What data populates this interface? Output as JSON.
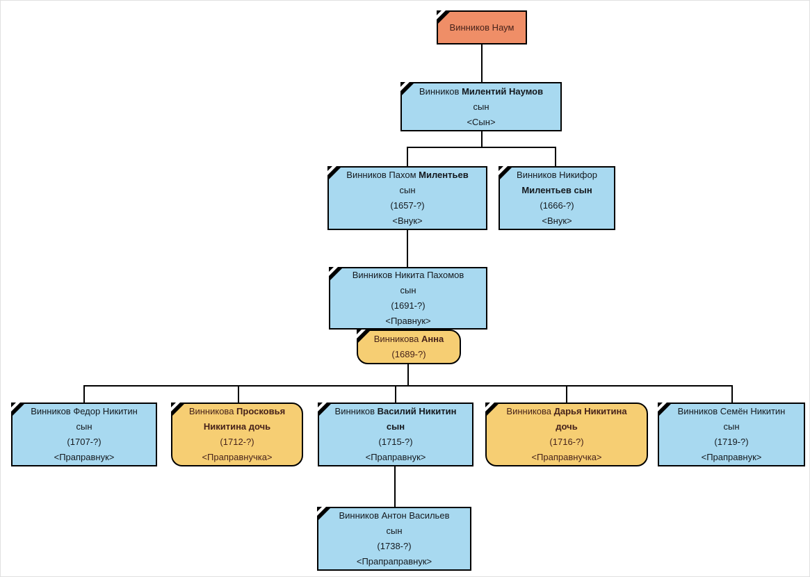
{
  "diagram": {
    "type": "family-tree",
    "family_surname": "Винниковы",
    "colors": {
      "male_box": "#a8d9f0",
      "female_box": "#f6ce73",
      "root_box": "#ef8e67",
      "border_and_lines": "#000000",
      "background": "#ffffff"
    }
  },
  "nodes": [
    {
      "id": "naum",
      "line1_pre": "Винников Наум",
      "line1_bold": "",
      "line1_post": "",
      "line2_pre": "",
      "line2_bold": "",
      "years": "",
      "role": ""
    },
    {
      "id": "milentiy",
      "line1_pre": "Винников ",
      "line1_bold": "Милентий Наумов",
      "line1_post": "",
      "line2_pre": "сын",
      "line2_bold": "",
      "years": "",
      "role": "<Сын>"
    },
    {
      "id": "pakhom",
      "line1_pre": "Винников Пахом ",
      "line1_bold": "Милентьев",
      "line1_post": "",
      "line2_pre": "сын",
      "line2_bold": "",
      "years": "(1657-?)",
      "role": "<Внук>"
    },
    {
      "id": "nikifor",
      "line1_pre": "Винников Никифор",
      "line1_bold": "",
      "line1_post": "",
      "line2_pre": "",
      "line2_bold": "Милентьев сын",
      "years": "(1666-?)",
      "role": "<Внук>"
    },
    {
      "id": "nikita",
      "line1_pre": "Винников Никита Пахомов",
      "line1_bold": "",
      "line1_post": "",
      "line2_pre": "сын",
      "line2_bold": "",
      "years": "(1691-?)",
      "role": "<Правнук>"
    },
    {
      "id": "anna",
      "line1_pre": "Винникова ",
      "line1_bold": "Анна",
      "line1_post": "",
      "line2_pre": "",
      "line2_bold": "",
      "years": "(1689-?)",
      "role": ""
    },
    {
      "id": "fedor",
      "line1_pre": "Винников Федор Никитин",
      "line1_bold": "",
      "line1_post": "",
      "line2_pre": "сын",
      "line2_bold": "",
      "years": "(1707-?)",
      "role": "<Праправнук>"
    },
    {
      "id": "proskovya",
      "line1_pre": "Винникова ",
      "line1_bold": "Просковья",
      "line1_post": "",
      "line2_pre": "",
      "line2_bold": "Никитина дочь",
      "years": "(1712-?)",
      "role": "<Праправнучка>"
    },
    {
      "id": "vasiliy",
      "line1_pre": "Винников ",
      "line1_bold": "Василий Никитин",
      "line1_post": "",
      "line2_pre": "",
      "line2_bold": "сын",
      "years": "(1715-?)",
      "role": "<Праправнук>"
    },
    {
      "id": "darya",
      "line1_pre": "Винникова ",
      "line1_bold": "Дарья Никитина",
      "line1_post": "",
      "line2_pre": "",
      "line2_bold": "дочь",
      "years": "(1716-?)",
      "role": "<Праправнучка>"
    },
    {
      "id": "semyon",
      "line1_pre": "Винников Семён Никитин",
      "line1_bold": "",
      "line1_post": "",
      "line2_pre": "сын",
      "line2_bold": "",
      "years": "(1719-?)",
      "role": "<Праправнук>"
    },
    {
      "id": "anton",
      "line1_pre": "Винников Антон Васильев",
      "line1_bold": "",
      "line1_post": "",
      "line2_pre": "сын",
      "line2_bold": "",
      "years": "(1738-?)",
      "role": "<Прапраправнук>"
    }
  ]
}
